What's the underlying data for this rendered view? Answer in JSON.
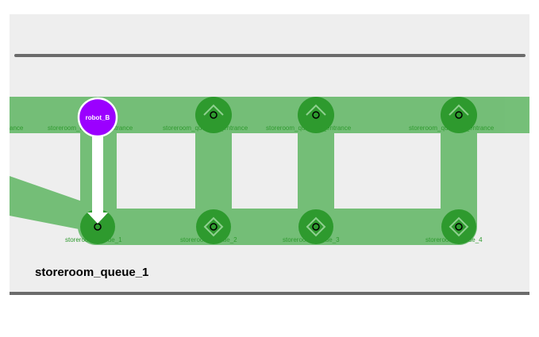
{
  "colors": {
    "floor": "#eeeeee",
    "wall": "#6b6b6b",
    "lane": "#5fb35f",
    "node": "#2e9a2e",
    "label": "#2f9a2f",
    "robot": "#9b00ff",
    "arrow": "#ffffff"
  },
  "robot": {
    "name": "robot_B"
  },
  "places": {
    "entrance_1": "storeroom_queue_1_entrance",
    "entrance_2": "storeroom_queue_2_entrance",
    "entrance_3": "storeroom_queue_3_entrance",
    "entrance_4": "storeroom_queue_4_entrance",
    "edge_fragment": "ance",
    "queue_1": "storeroom_queue_1",
    "queue_2": "storeroom_queue_2",
    "queue_3": "storeroom_queue_3",
    "queue_4": "storeroom_queue_4"
  },
  "selected_place": "storeroom_queue_1",
  "icons": {
    "robot": "robot-marker-icon",
    "arrow": "move-arrow-icon",
    "waypoint": "waypoint-icon"
  }
}
